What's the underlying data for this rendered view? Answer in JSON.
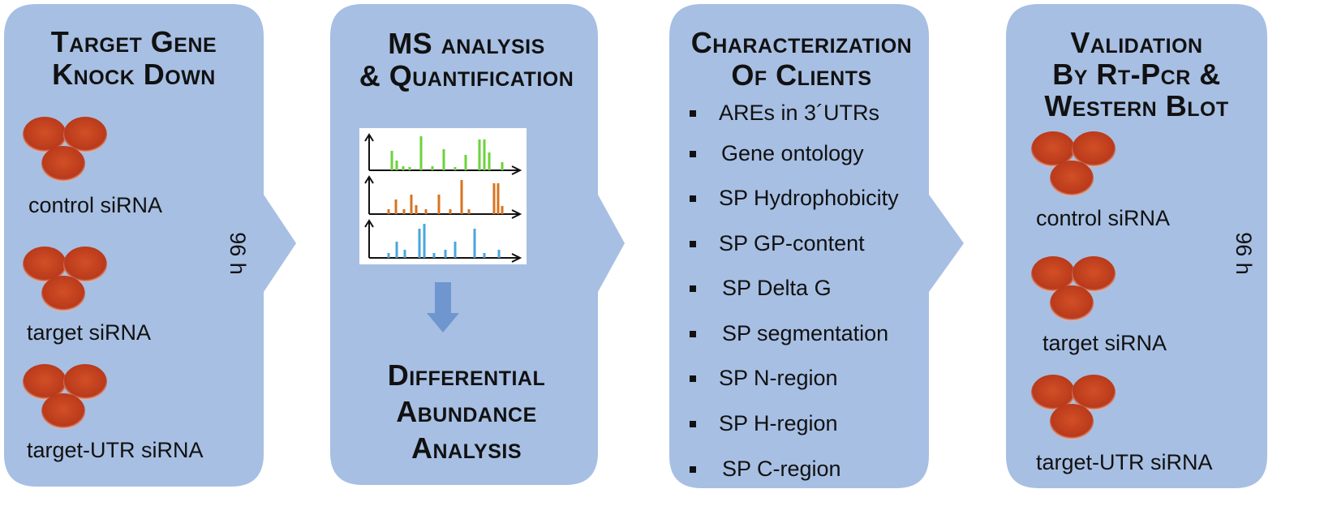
{
  "panels": [
    {
      "title_lines": [
        "Target Gene",
        "Knock Down"
      ],
      "samples": [
        "control siRNA",
        "target siRNA",
        "target-UTR siRNA"
      ],
      "time": "96 h"
    },
    {
      "title_lines": [
        "MS analysis",
        "& Quantification"
      ],
      "result_lines": [
        "Differential",
        "Abundance",
        "Analysis"
      ]
    },
    {
      "title_lines": [
        "Characterization",
        "Of Clients"
      ],
      "items": [
        "AREs in 3´UTRs",
        "Gene ontology",
        "SP Hydrophobicity",
        "SP GP-content",
        "SP Delta G",
        "SP segmentation",
        "SP N-region",
        "SP H-region",
        "SP C-region"
      ]
    },
    {
      "title_lines": [
        "Validation",
        "By Rt-Pcr &",
        "Western Blot"
      ],
      "samples": [
        "control siRNA",
        "target siRNA",
        "target-UTR siRNA"
      ],
      "time": "96 h"
    }
  ],
  "colors": {
    "panel": "#a7bfe3",
    "dish": "#c8431f",
    "spectrum_green": "#6cd23c",
    "spectrum_orange": "#d9731f",
    "spectrum_blue": "#4aa6df",
    "arrow": "#6f96cf"
  },
  "icons": [
    "petri-dish-icon",
    "mass-spectrum-icon",
    "down-arrow-icon"
  ]
}
